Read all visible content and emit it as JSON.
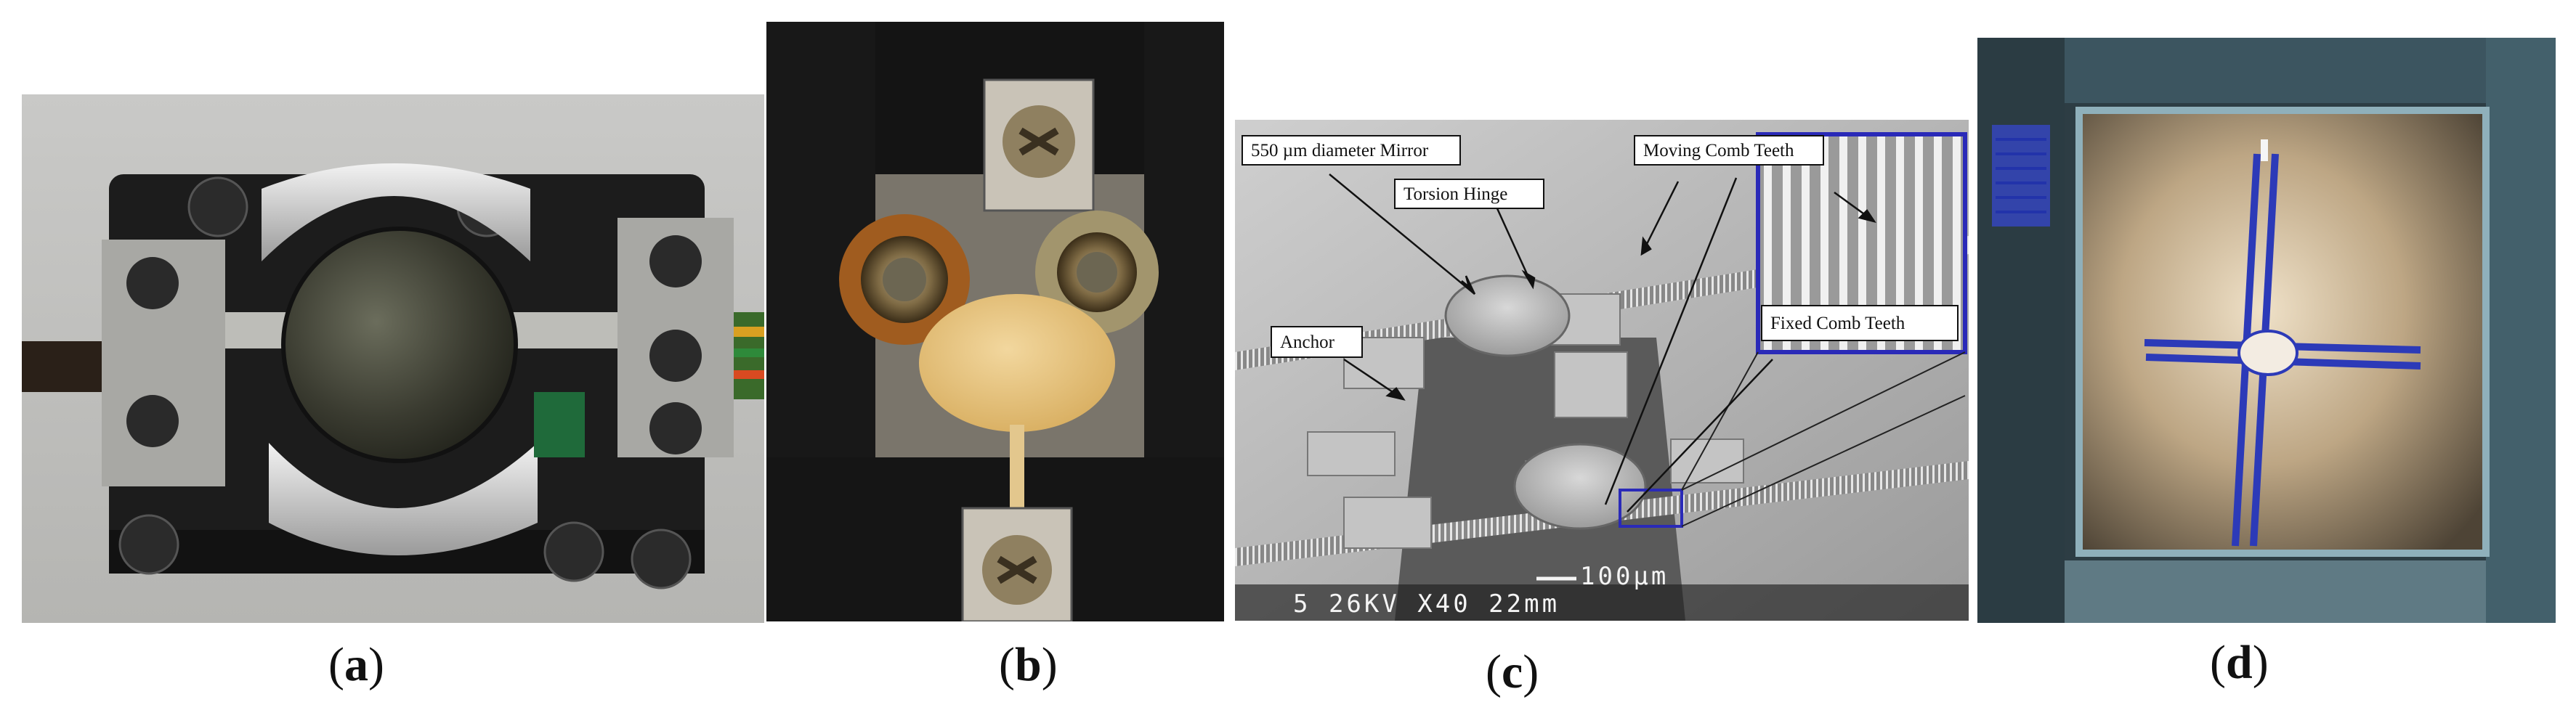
{
  "panels": [
    {
      "id": "a",
      "caption_open": "(",
      "caption_letter": "a",
      "caption_close": ")"
    },
    {
      "id": "b",
      "caption_open": "(",
      "caption_letter": "b",
      "caption_close": ")"
    },
    {
      "id": "c",
      "caption_open": "(",
      "caption_letter": "c",
      "caption_close": ")",
      "labels": {
        "mirror": "550 µm diameter Mirror",
        "hinge": "Torsion Hinge",
        "moving": "Moving Comb Teeth",
        "fixed": "Fixed Comb Teeth",
        "anchor": "Anchor",
        "scale_bar": "100μm",
        "scale_info": "5  26KV      X40  22mm"
      }
    },
    {
      "id": "d",
      "caption_open": "(",
      "caption_letter": "d",
      "caption_close": ")"
    }
  ],
  "colors": {
    "highlight_box": "#2a2ab8",
    "mirror_gold": "#e8c27a",
    "device_black": "#1c1c1c",
    "blue_trace": "#2c3ab8"
  }
}
